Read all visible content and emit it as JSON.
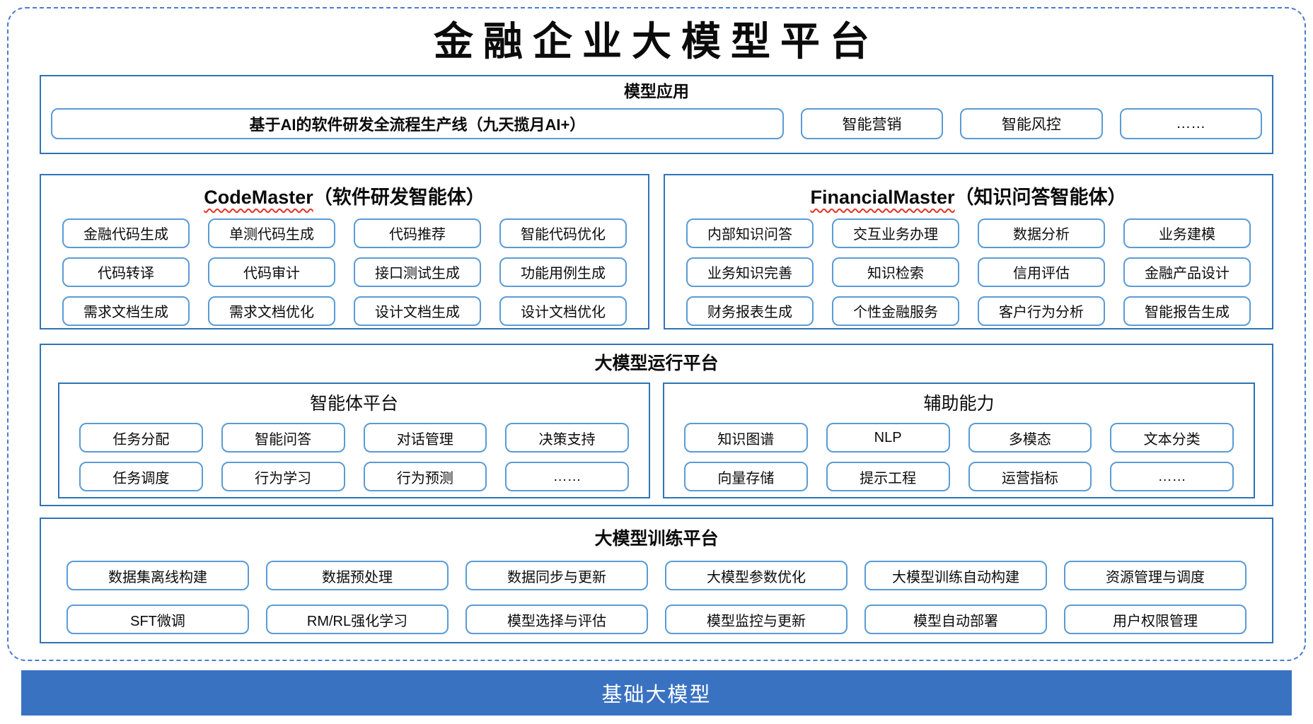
{
  "title": "金融企业大模型平台",
  "colors": {
    "outer_dashed_border": "#4a7bd0",
    "section_border": "#2e74b5",
    "item_border": "#5b9bd5",
    "squiggle_red": "#e33224",
    "foundation_bar_bg": "#3a72c2",
    "foundation_bar_text": "#ffffff"
  },
  "applications": {
    "header": "模型应用",
    "main_item": "基于AI的软件研发全流程生产线（九天揽月AI+）",
    "items": [
      "智能营销",
      "智能风控",
      "……"
    ]
  },
  "agents": [
    {
      "name_en": "CodeMaster",
      "name_zh": "（软件研发智能体）",
      "items": [
        "金融代码生成",
        "单测代码生成",
        "代码推荐",
        "智能代码优化",
        "代码转译",
        "代码审计",
        "接口测试生成",
        "功能用例生成",
        "需求文档生成",
        "需求文档优化",
        "设计文档生成",
        "设计文档优化"
      ]
    },
    {
      "name_en": "FinancialMaster",
      "name_zh": "（知识问答智能体）",
      "items": [
        "内部知识问答",
        "交互业务办理",
        "数据分析",
        "业务建模",
        "业务知识完善",
        "知识检索",
        "信用评估",
        "金融产品设计",
        "财务报表生成",
        "个性金融服务",
        "客户行为分析",
        "智能报告生成"
      ]
    }
  ],
  "runtime": {
    "header": "大模型运行平台",
    "groups": [
      {
        "title": "智能体平台",
        "items": [
          "任务分配",
          "智能问答",
          "对话管理",
          "决策支持",
          "任务调度",
          "行为学习",
          "行为预测",
          "……"
        ]
      },
      {
        "title": "辅助能力",
        "items": [
          "知识图谱",
          "NLP",
          "多模态",
          "文本分类",
          "向量存储",
          "提示工程",
          "运营指标",
          "……"
        ]
      }
    ]
  },
  "training": {
    "header": "大模型训练平台",
    "items": [
      "数据集离线构建",
      "数据预处理",
      "数据同步与更新",
      "大模型参数优化",
      "大模型训练自动构建",
      "资源管理与调度",
      "SFT微调",
      "RM/RL强化学习",
      "模型选择与评估",
      "模型监控与更新",
      "模型自动部署",
      "用户权限管理"
    ]
  },
  "foundation": {
    "label": "基础大模型"
  }
}
